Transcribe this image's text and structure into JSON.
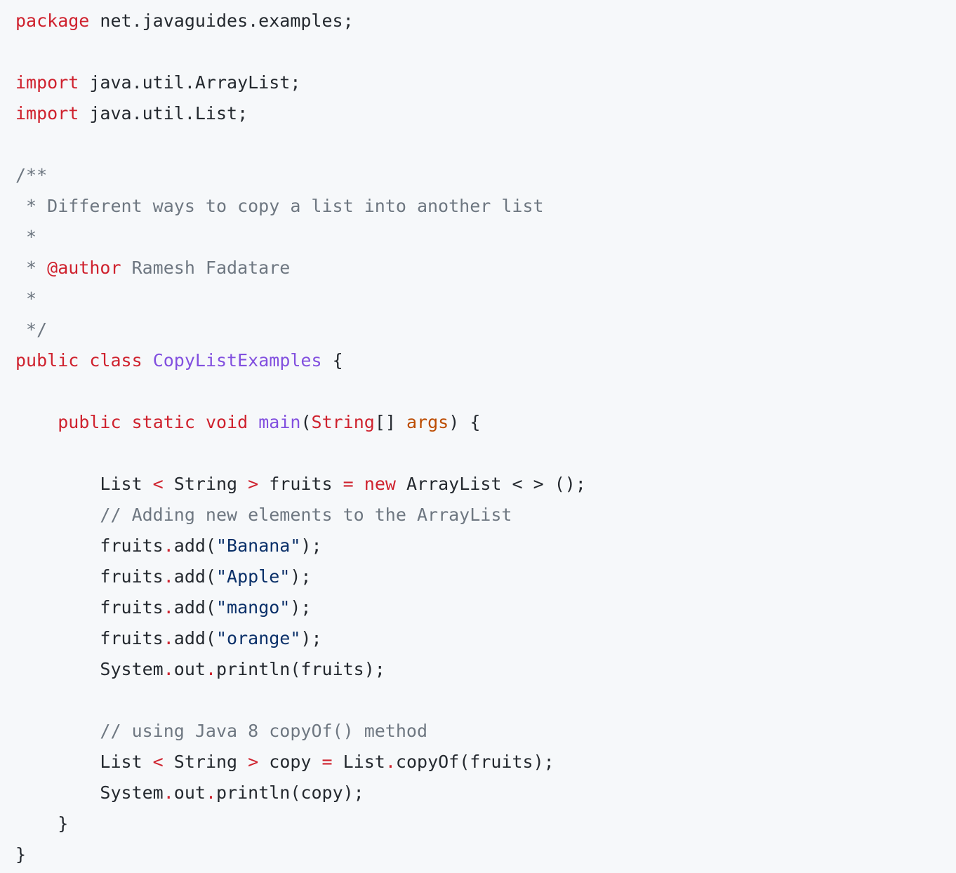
{
  "lines": [
    [
      {
        "t": "package",
        "c": "kw"
      },
      {
        "t": " net.javaguides.examples;",
        "c": ""
      }
    ],
    [],
    [
      {
        "t": "import",
        "c": "kw"
      },
      {
        "t": " java.util.ArrayList;",
        "c": ""
      }
    ],
    [
      {
        "t": "import",
        "c": "kw"
      },
      {
        "t": " java.util.List;",
        "c": ""
      }
    ],
    [],
    [
      {
        "t": "/**",
        "c": "cm"
      }
    ],
    [
      {
        "t": " * Different ways to copy a list into another list",
        "c": "cm"
      }
    ],
    [
      {
        "t": " *",
        "c": "cm"
      }
    ],
    [
      {
        "t": " * ",
        "c": "cm"
      },
      {
        "t": "@author",
        "c": "kw"
      },
      {
        "t": " Ramesh Fadatare",
        "c": "cm"
      }
    ],
    [
      {
        "t": " *",
        "c": "cm"
      }
    ],
    [
      {
        "t": " */",
        "c": "cm"
      }
    ],
    [
      {
        "t": "public",
        "c": "kw"
      },
      {
        "t": " ",
        "c": ""
      },
      {
        "t": "class",
        "c": "kw"
      },
      {
        "t": " ",
        "c": ""
      },
      {
        "t": "CopyListExamples",
        "c": "fn"
      },
      {
        "t": " {",
        "c": ""
      }
    ],
    [],
    [
      {
        "t": "    ",
        "c": ""
      },
      {
        "t": "public",
        "c": "kw"
      },
      {
        "t": " ",
        "c": ""
      },
      {
        "t": "static",
        "c": "kw"
      },
      {
        "t": " ",
        "c": ""
      },
      {
        "t": "void",
        "c": "kw"
      },
      {
        "t": " ",
        "c": ""
      },
      {
        "t": "main",
        "c": "fn"
      },
      {
        "t": "(",
        "c": ""
      },
      {
        "t": "String",
        "c": "kw"
      },
      {
        "t": "[] ",
        "c": ""
      },
      {
        "t": "args",
        "c": "pm"
      },
      {
        "t": ") {",
        "c": ""
      }
    ],
    [],
    [
      {
        "t": "        List ",
        "c": ""
      },
      {
        "t": "<",
        "c": "kw"
      },
      {
        "t": " String ",
        "c": ""
      },
      {
        "t": ">",
        "c": "kw"
      },
      {
        "t": " fruits ",
        "c": ""
      },
      {
        "t": "=",
        "c": "kw"
      },
      {
        "t": " ",
        "c": ""
      },
      {
        "t": "new",
        "c": "kw"
      },
      {
        "t": " ArrayList < > ();",
        "c": ""
      }
    ],
    [
      {
        "t": "        ",
        "c": ""
      },
      {
        "t": "// Adding new elements to the ArrayList",
        "c": "cm"
      }
    ],
    [
      {
        "t": "        fruits",
        "c": ""
      },
      {
        "t": ".",
        "c": "kw"
      },
      {
        "t": "add(",
        "c": ""
      },
      {
        "t": "\"Banana\"",
        "c": "st"
      },
      {
        "t": ");",
        "c": ""
      }
    ],
    [
      {
        "t": "        fruits",
        "c": ""
      },
      {
        "t": ".",
        "c": "kw"
      },
      {
        "t": "add(",
        "c": ""
      },
      {
        "t": "\"Apple\"",
        "c": "st"
      },
      {
        "t": ");",
        "c": ""
      }
    ],
    [
      {
        "t": "        fruits",
        "c": ""
      },
      {
        "t": ".",
        "c": "kw"
      },
      {
        "t": "add(",
        "c": ""
      },
      {
        "t": "\"mango\"",
        "c": "st"
      },
      {
        "t": ");",
        "c": ""
      }
    ],
    [
      {
        "t": "        fruits",
        "c": ""
      },
      {
        "t": ".",
        "c": "kw"
      },
      {
        "t": "add(",
        "c": ""
      },
      {
        "t": "\"orange\"",
        "c": "st"
      },
      {
        "t": ");",
        "c": ""
      }
    ],
    [
      {
        "t": "        System",
        "c": ""
      },
      {
        "t": ".",
        "c": "kw"
      },
      {
        "t": "out",
        "c": ""
      },
      {
        "t": ".",
        "c": "kw"
      },
      {
        "t": "println(fruits);",
        "c": ""
      }
    ],
    [],
    [
      {
        "t": "        ",
        "c": ""
      },
      {
        "t": "// using Java 8 copyOf() method",
        "c": "cm"
      }
    ],
    [
      {
        "t": "        List ",
        "c": ""
      },
      {
        "t": "<",
        "c": "kw"
      },
      {
        "t": " String ",
        "c": ""
      },
      {
        "t": ">",
        "c": "kw"
      },
      {
        "t": " copy ",
        "c": ""
      },
      {
        "t": "=",
        "c": "kw"
      },
      {
        "t": " List",
        "c": ""
      },
      {
        "t": ".",
        "c": "kw"
      },
      {
        "t": "copyOf(fruits);",
        "c": ""
      }
    ],
    [
      {
        "t": "        System",
        "c": ""
      },
      {
        "t": ".",
        "c": "kw"
      },
      {
        "t": "out",
        "c": ""
      },
      {
        "t": ".",
        "c": "kw"
      },
      {
        "t": "println(copy);",
        "c": ""
      }
    ],
    [
      {
        "t": "    }",
        "c": ""
      }
    ],
    [
      {
        "t": "}",
        "c": ""
      }
    ]
  ]
}
